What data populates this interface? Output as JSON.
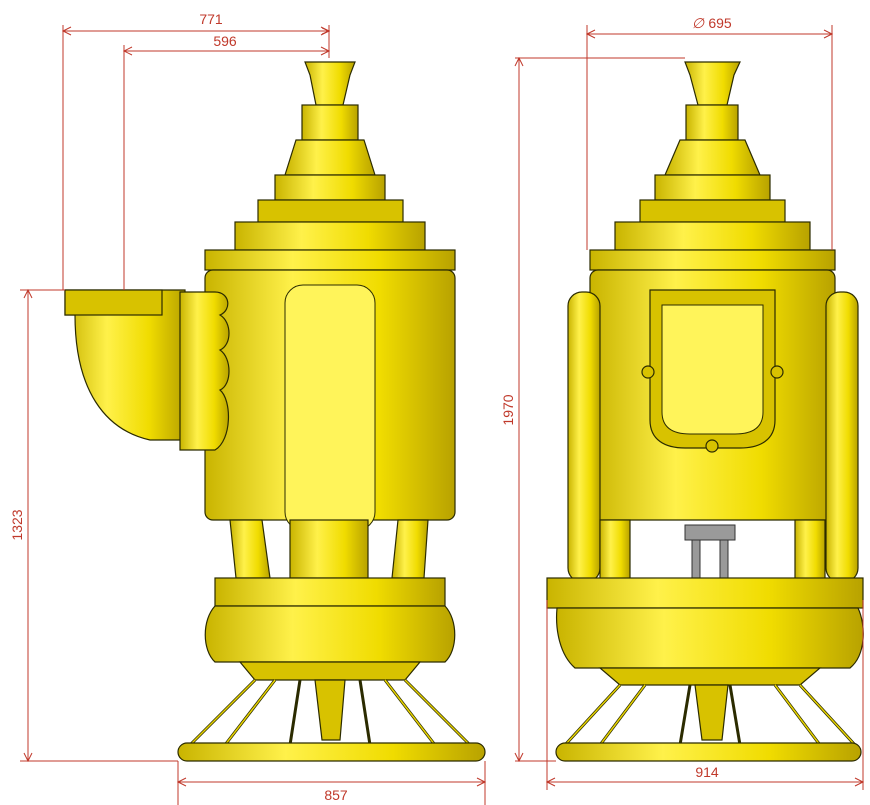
{
  "dimensions": {
    "top_width_left": "771",
    "outlet_offset": "596",
    "height_outlet": "1323",
    "base_width_left": "857",
    "diameter": "695",
    "total_height": "1970",
    "base_width_right": "914"
  },
  "diameter_symbol": "∅",
  "colors": {
    "body": "#f2e000",
    "dimension_line": "#c0392b"
  }
}
